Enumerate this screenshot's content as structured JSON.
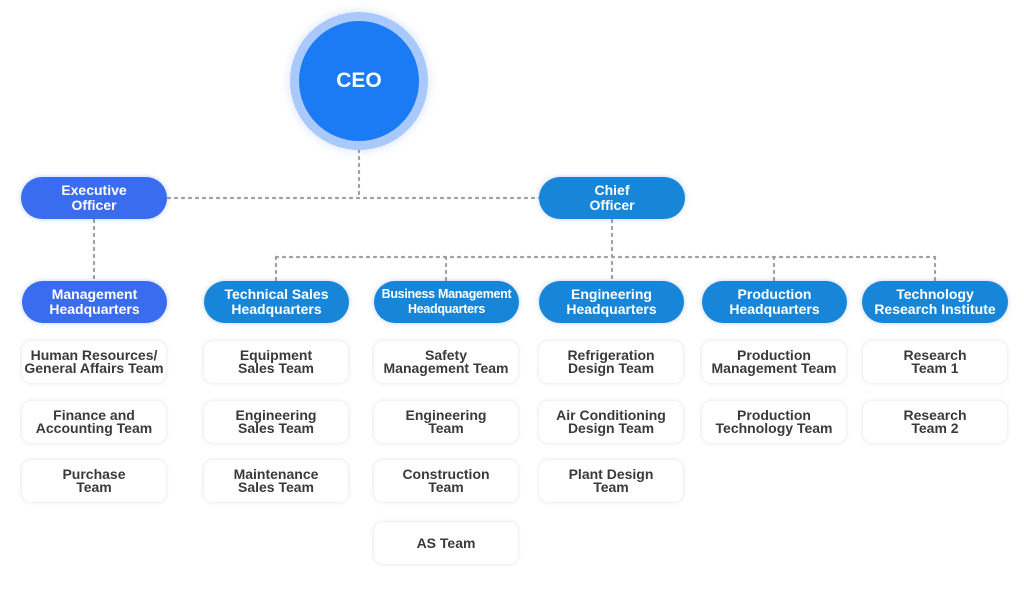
{
  "chart_data": {
    "type": "org-chart",
    "root": "CEO",
    "officers": [
      {
        "label": "Executive\nOfficer",
        "color": "#3a6cf0"
      },
      {
        "label": "Chief\nOfficer",
        "color": "#1786d9"
      }
    ],
    "headquarters": [
      {
        "label": "Management\nHeadquarters",
        "parent": "Executive Officer",
        "teams": [
          "Human Resources/\nGeneral Affairs Team",
          "Finance and\nAccounting Team",
          "Purchase\nTeam"
        ]
      },
      {
        "label": "Technical Sales\nHeadquarters",
        "parent": "Chief Officer",
        "teams": [
          "Equipment\nSales Team",
          "Engineering\nSales Team",
          "Maintenance\nSales Team"
        ]
      },
      {
        "label": "Business Management\nHeadquarters",
        "parent": "Chief Officer",
        "teams": [
          "Safety\nManagement Team",
          "Engineering\nTeam",
          "Construction\nTeam",
          "AS Team"
        ]
      },
      {
        "label": "Engineering\nHeadquarters",
        "parent": "Chief Officer",
        "teams": [
          "Refrigeration\nDesign Team",
          "Air Conditioning\nDesign Team",
          "Plant Design\nTeam"
        ]
      },
      {
        "label": "Production\nHeadquarters",
        "parent": "Chief Officer",
        "teams": [
          "Production\nManagement Team",
          "Production\nTechnology Team"
        ]
      },
      {
        "label": "Technology\nResearch Institute",
        "parent": "Chief Officer",
        "teams": [
          "Research\nTeam 1",
          "Research\nTeam 2"
        ]
      }
    ]
  },
  "colors": {
    "ceo": "#1a7bf5",
    "ceo_ring": "#a9c8fb",
    "executive": "#3a6cf0",
    "chief": "#1786d9",
    "connector": "#a0a0a0",
    "team_text": "#3a3a3a"
  }
}
